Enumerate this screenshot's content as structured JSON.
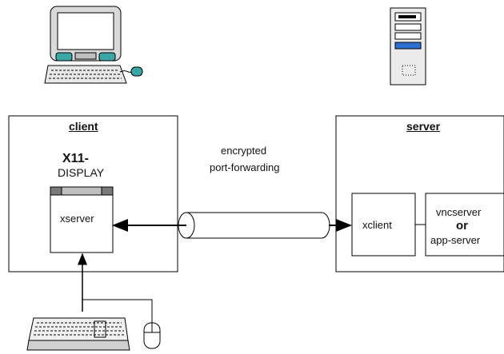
{
  "client": {
    "title": "client",
    "display_line1": "X11-",
    "display_line2": "DISPLAY",
    "xserver_label": "xserver"
  },
  "server": {
    "title": "server",
    "xclient_label": "xclient",
    "app_line1": "vncserver",
    "app_line2": "or",
    "app_line3": "app-server"
  },
  "tunnel": {
    "line1": "encrypted",
    "line2": "port-forwarding"
  },
  "icons": {
    "client_computer": "desktop-computer-icon",
    "server_computer": "tower-computer-icon",
    "keyboard": "keyboard-icon",
    "mouse": "mouse-icon"
  }
}
